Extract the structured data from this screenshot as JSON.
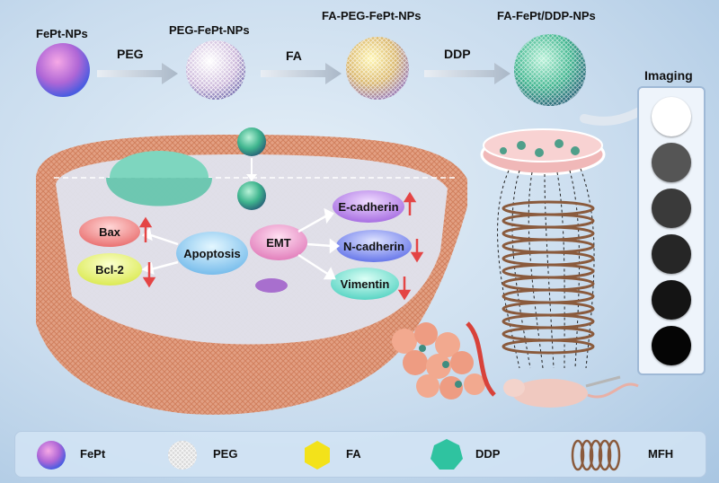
{
  "title_steps": {
    "fept_nps": "FePt-NPs",
    "peg_fept_nps": "PEG-FePt-NPs",
    "fa_peg_fept_nps": "FA-PEG-FePt-NPs",
    "fa_fept_ddp_nps": "FA-FePt/DDP-NPs"
  },
  "arrows": {
    "peg": "PEG",
    "fa": "FA",
    "ddp": "DDP"
  },
  "cell": {
    "bax": "Bax",
    "bcl2": "Bcl-2",
    "apoptosis": "Apoptosis",
    "emt": "EMT",
    "e_cadherin": "E-cadherin",
    "n_cadherin": "N-cadherin",
    "vimentin": "Vimentin"
  },
  "imaging": {
    "title": "Imaging",
    "wells": [
      "#ffffff",
      "#555555",
      "#3a3a3a",
      "#262626",
      "#141414",
      "#050505"
    ]
  },
  "legend": {
    "fept": "FePt",
    "peg": "PEG",
    "fa": "FA",
    "ddp": "DDP",
    "mfh": "MFH"
  },
  "colors": {
    "up_arrow": "#e44545",
    "down_arrow": "#e44545",
    "fa_yellow": "#f3e21a",
    "ddp_teal": "#2fc3a0",
    "coil": "#8a5a3c",
    "cell_orange": "#e39877"
  }
}
